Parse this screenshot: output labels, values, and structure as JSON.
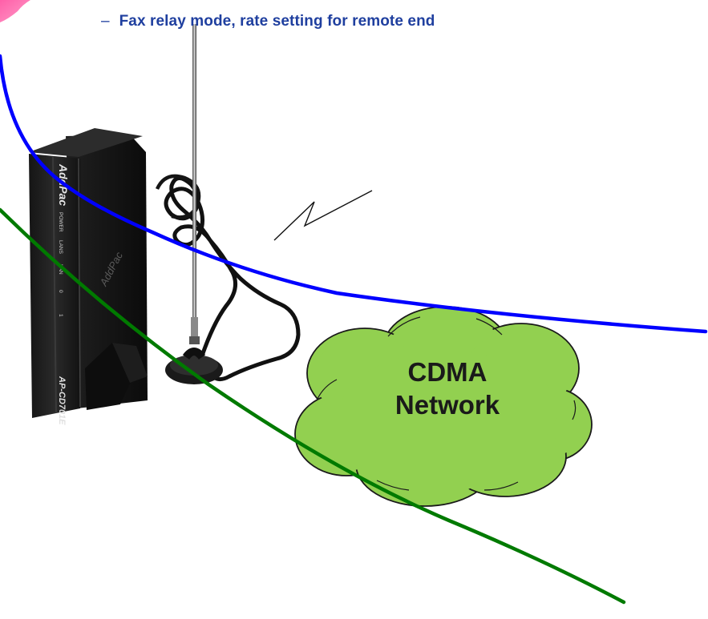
{
  "bullet": {
    "dash": "–",
    "text": "Fax relay mode, rate setting for remote end"
  },
  "cloud": {
    "line1": "CDMA",
    "line2": "Network",
    "fill": "#92d050",
    "stroke": "#1a1a1a"
  },
  "device": {
    "brand_top": "AddPac",
    "brand_side": "AddPac",
    "labels": [
      "POWER",
      "LANS",
      "LAN",
      "0",
      "1"
    ],
    "model": "AP-CD701E"
  },
  "lines": {
    "blue": "#0000ff",
    "green": "#007a00",
    "accent": "#e8127c"
  },
  "icons": [
    "lightning-bolt-icon",
    "antenna-icon"
  ]
}
